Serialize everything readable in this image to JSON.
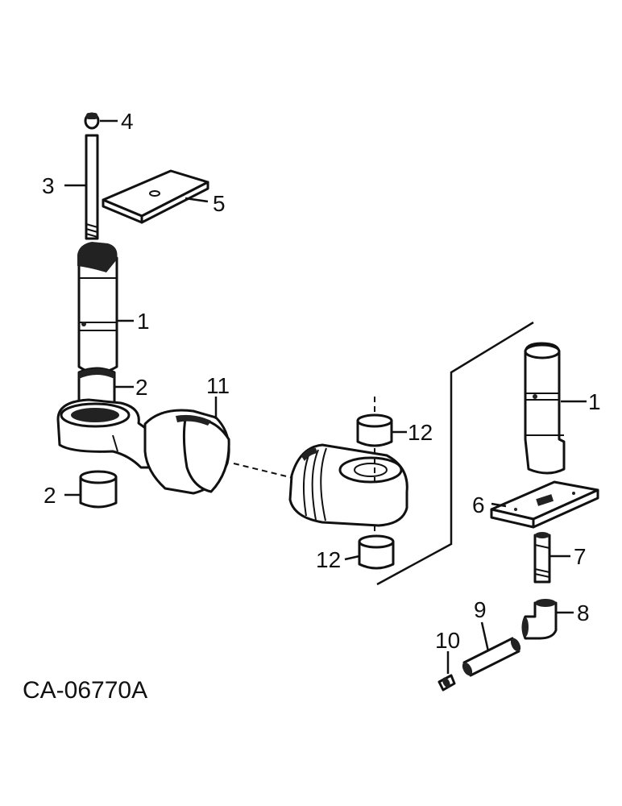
{
  "diagram": {
    "catalog_code": "CA-06770A",
    "callouts": [
      {
        "id": "c4",
        "text": "4"
      },
      {
        "id": "c3",
        "text": "3"
      },
      {
        "id": "c5",
        "text": "5"
      },
      {
        "id": "c1a",
        "text": "1"
      },
      {
        "id": "c2a",
        "text": "2"
      },
      {
        "id": "c11",
        "text": "11"
      },
      {
        "id": "c2b",
        "text": "2"
      },
      {
        "id": "c12a",
        "text": "12"
      },
      {
        "id": "c1b",
        "text": "1"
      },
      {
        "id": "c6",
        "text": "6"
      },
      {
        "id": "c12b",
        "text": "12"
      },
      {
        "id": "c7",
        "text": "7"
      },
      {
        "id": "c9",
        "text": "9"
      },
      {
        "id": "c8",
        "text": "8"
      },
      {
        "id": "c10",
        "text": "10"
      }
    ]
  }
}
